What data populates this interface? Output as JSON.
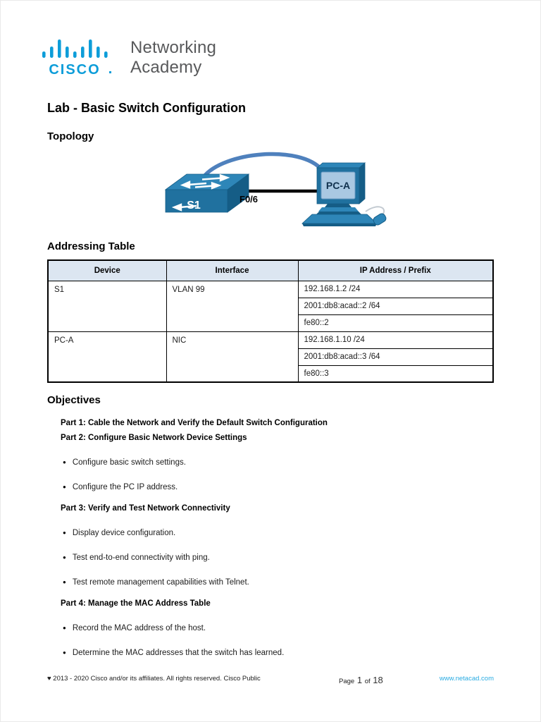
{
  "brand": {
    "cisco_wordmark": "CISCO",
    "academy_line1": "Networking",
    "academy_line2": "Academy"
  },
  "document": {
    "title": "Lab - Basic Switch Configuration"
  },
  "topology": {
    "heading": "Topology",
    "switch_label": "S1",
    "link_label": "F0/6",
    "pc_label": "PC-A"
  },
  "addressing_table": {
    "heading": "Addressing Table",
    "columns": [
      "Device",
      "Interface",
      "IP Address / Prefix"
    ],
    "rows": [
      {
        "device": "S1",
        "interface": "VLAN 99",
        "ips": [
          "192.168.1.2 /24",
          "2001:db8:acad::2 /64",
          "fe80::2"
        ]
      },
      {
        "device": "PC-A",
        "interface": "NIC",
        "ips": [
          "192.168.1.10 /24",
          "2001:db8:acad::3 /64",
          "fe80::3"
        ]
      }
    ]
  },
  "objectives": {
    "heading": "Objectives",
    "bullet_char": "●",
    "items": [
      {
        "type": "part",
        "text": "Part 1: Cable the Network and Verify the Default Switch Configuration"
      },
      {
        "type": "part",
        "text": "Part 2: Configure Basic Network Device Settings"
      },
      {
        "type": "bullet",
        "text": "Configure basic switch settings."
      },
      {
        "type": "bullet",
        "text": "Configure the PC IP address."
      },
      {
        "type": "part",
        "text": "Part 3: Verify and Test Network Connectivity"
      },
      {
        "type": "bullet",
        "text": "Display device configuration."
      },
      {
        "type": "bullet",
        "text": "Test end-to-end connectivity with ping."
      },
      {
        "type": "bullet",
        "text": "Test remote management capabilities with Telnet."
      },
      {
        "type": "part",
        "text": "Part 4: Manage the MAC Address Table"
      },
      {
        "type": "bullet",
        "text": "Record the MAC address of the host."
      },
      {
        "type": "bullet",
        "text": "Determine the MAC addresses that the switch has learned."
      }
    ]
  },
  "footer": {
    "copyright": "♥ 2013 - 2020 Cisco and/or its affiliates. All rights reserved. Cisco Public",
    "page_label": "Page",
    "page_number": "1",
    "of_label": "of",
    "page_total": "18",
    "website": "www.netacad.com"
  },
  "colors": {
    "brand_cyan": "#0d9dd9",
    "academy_gray": "#58595b",
    "table_header_bg": "#dce6f1",
    "device_blue_top": "#2e86b8",
    "device_blue_front": "#20719f",
    "device_blue_dark": "#155d86",
    "pc_screen_blue": "#a9c8e2",
    "console_cable_blue": "#4f81bd",
    "ethernet_cable_black": "#000000",
    "link_cyan": "#29abe2"
  }
}
